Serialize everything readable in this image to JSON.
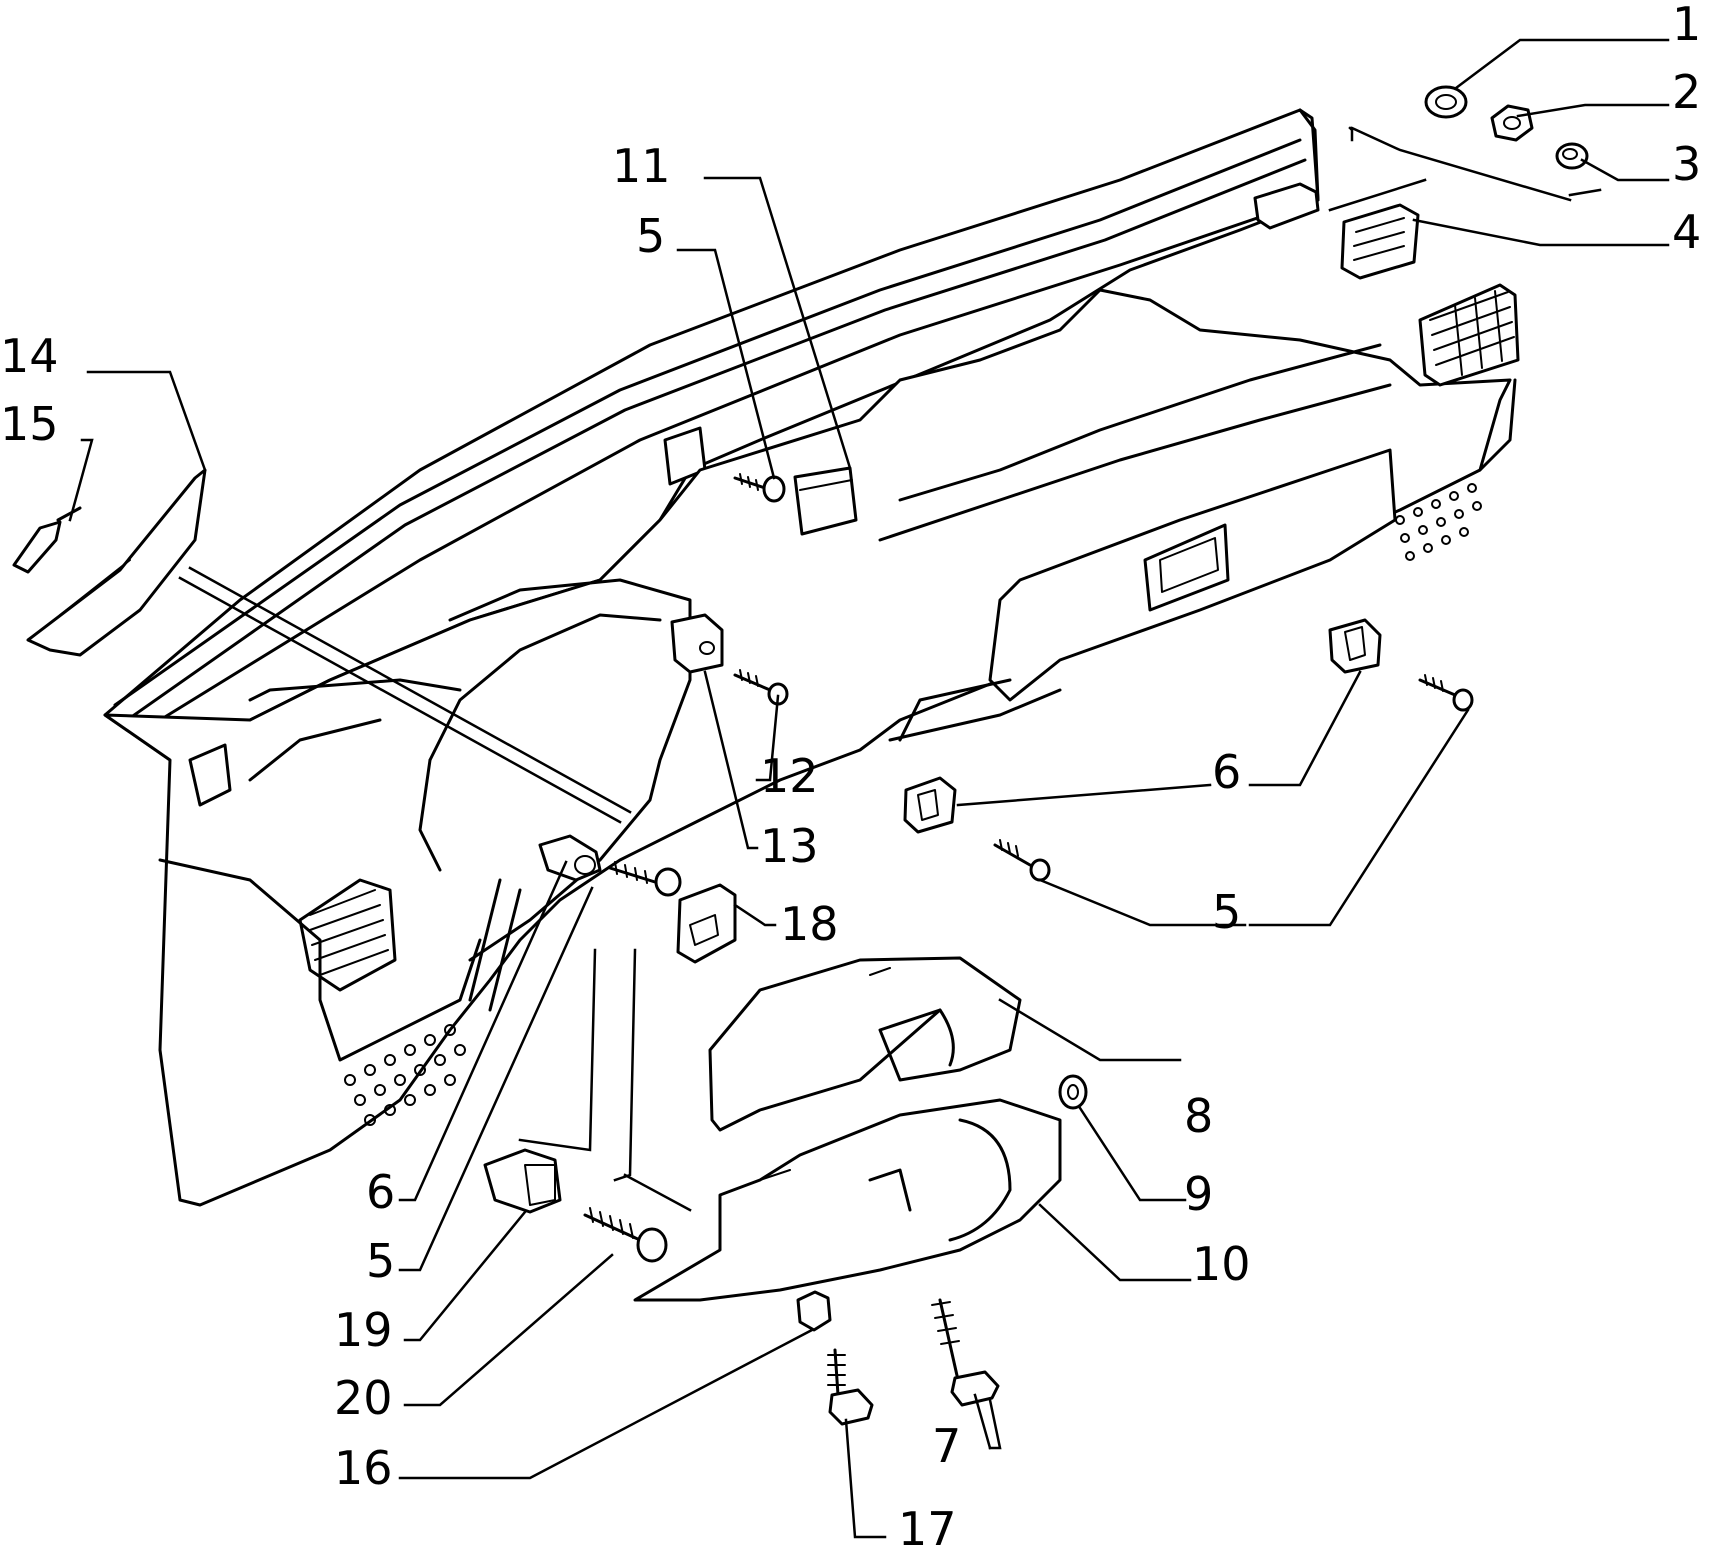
{
  "diagram": {
    "callouts": [
      {
        "id": "c1",
        "text": "1"
      },
      {
        "id": "c2",
        "text": "2"
      },
      {
        "id": "c3",
        "text": "3"
      },
      {
        "id": "c4",
        "text": "4"
      },
      {
        "id": "c11",
        "text": "11"
      },
      {
        "id": "c5a",
        "text": "5"
      },
      {
        "id": "c14",
        "text": "14"
      },
      {
        "id": "c15",
        "text": "15"
      },
      {
        "id": "c12",
        "text": "12"
      },
      {
        "id": "c13",
        "text": "13"
      },
      {
        "id": "c18",
        "text": "18"
      },
      {
        "id": "c6a",
        "text": "6"
      },
      {
        "id": "c5b",
        "text": "5"
      },
      {
        "id": "c8",
        "text": "8"
      },
      {
        "id": "c9",
        "text": "9"
      },
      {
        "id": "c10",
        "text": "10"
      },
      {
        "id": "c6b",
        "text": "6"
      },
      {
        "id": "c5c",
        "text": "5"
      },
      {
        "id": "c19",
        "text": "19"
      },
      {
        "id": "c20",
        "text": "20"
      },
      {
        "id": "c16",
        "text": "16"
      },
      {
        "id": "c7",
        "text": "7"
      },
      {
        "id": "c17",
        "text": "17"
      }
    ]
  }
}
